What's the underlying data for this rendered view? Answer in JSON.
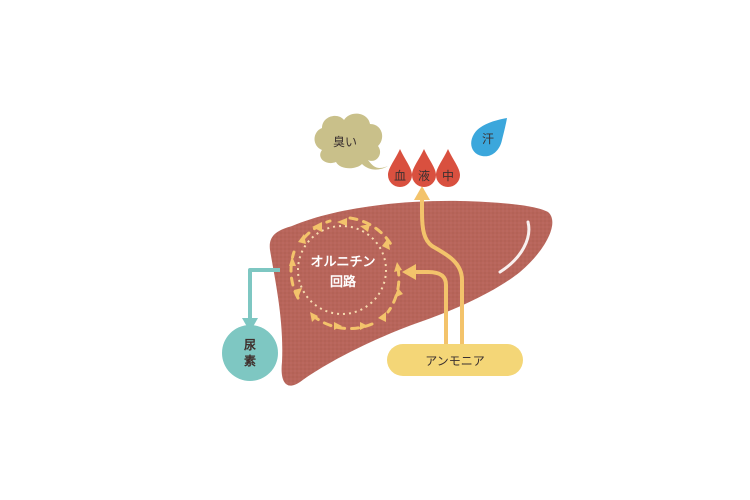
{
  "labels": {
    "smell": "臭い",
    "sweat": "汗",
    "blood_1": "血",
    "blood_2": "液",
    "blood_3": "中",
    "cycle_line1": "オルニチン",
    "cycle_line2": "回路",
    "urea_line1": "尿",
    "urea_line2": "素",
    "ammonia": "アンモニア"
  },
  "colors": {
    "liver": "#b8655a",
    "arrow": "#f3c36b",
    "ammonia_pill": "#f4d677",
    "urea_circle": "#7ec7c2",
    "urea_arrow": "#7ec7c2",
    "blood_drop": "#d9503f",
    "sweat_drop": "#3ba7dc",
    "smell_cloud": "#c9c08a"
  },
  "icons": [
    "smell-cloud-icon",
    "sweat-drop-icon",
    "blood-drop-icon",
    "liver-icon"
  ]
}
